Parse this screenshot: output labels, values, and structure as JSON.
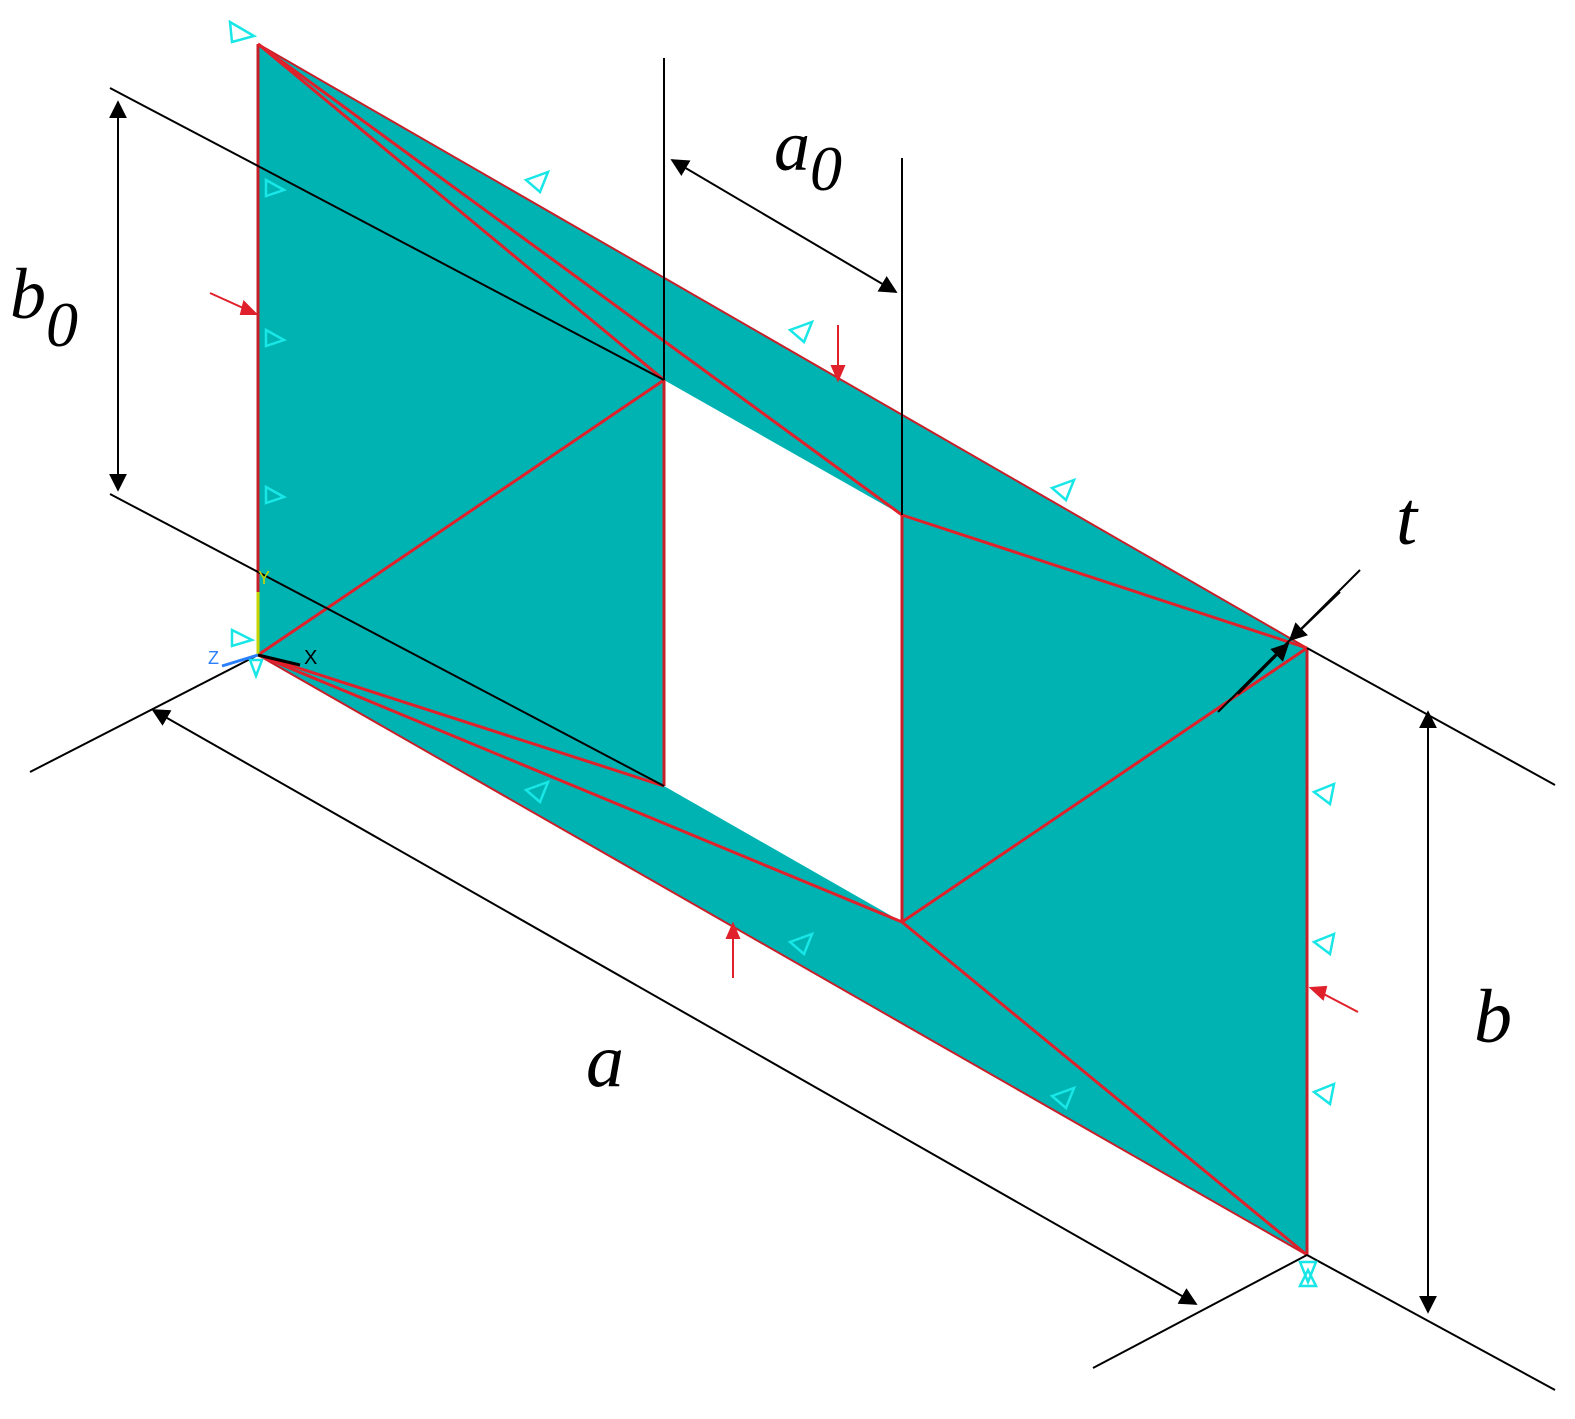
{
  "diagram": {
    "labels": {
      "a": "a",
      "a_sub": "0",
      "b": "b",
      "b_sub": "0",
      "a_main": "a",
      "b_main": "b",
      "t": "t"
    },
    "triad": {
      "x": "X",
      "y": "Y",
      "z": "Z"
    },
    "colors": {
      "plate": "#00b3b3",
      "mesh_lines": "#e0202a",
      "constraint_symbols": "#19e6e6",
      "dimension_lines": "#000000",
      "triad_y": "#c8d400",
      "triad_z": "#2a7fff"
    },
    "icons": [
      "constraint-triangle-icon",
      "load-arrow-icon"
    ]
  }
}
